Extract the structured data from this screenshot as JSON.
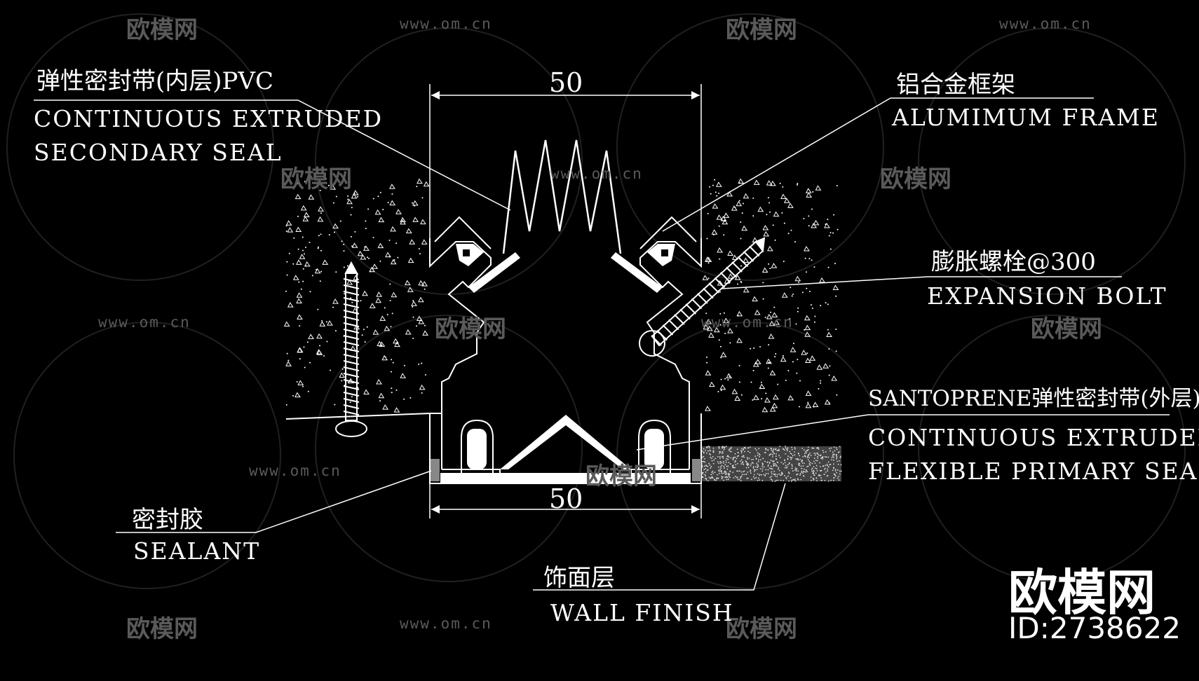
{
  "colors": {
    "background": "#000000",
    "lines": "#ffffff",
    "watermark": "#5a5a5a"
  },
  "dimensions": {
    "top": "50",
    "bottom": "50"
  },
  "labels": {
    "inner_seal_zh": "弹性密封带(内层)PVC",
    "inner_seal_en_1": "CONTINUOUS EXTRUDED",
    "inner_seal_en_2": "SECONDARY SEAL",
    "frame_zh": "铝合金框架",
    "frame_en": "ALUMIMUM FRAME",
    "bolt_zh": "膨胀螺栓@300",
    "bolt_en": "EXPANSION BOLT",
    "outer_seal_zh": "SANTOPRENE弹性密封带(外层)",
    "outer_seal_en_1": "CONTINUOUS EXTRUDED",
    "outer_seal_en_2": "FLEXIBLE PRIMARY SEAL",
    "sealant_zh": "密封胶",
    "sealant_en": "SEALANT",
    "finish_zh": "饰面层",
    "finish_en": "WALL FINISH"
  },
  "watermark": {
    "url": "www.om.cn",
    "brand": "欧模网"
  },
  "brand": {
    "name": "欧模网",
    "id": "ID:2738622"
  }
}
